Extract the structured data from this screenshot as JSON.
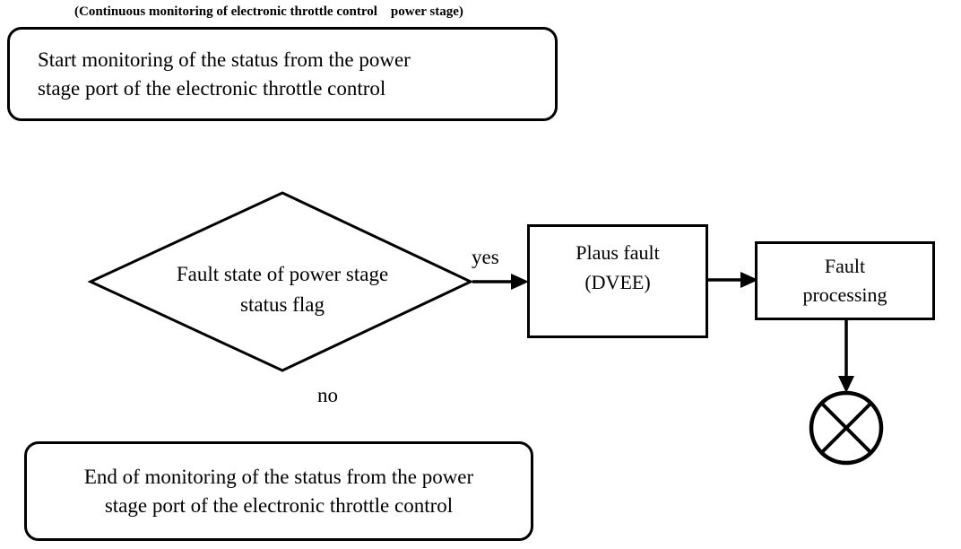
{
  "title": "(Continuous monitoring of electronic throttle control    power stage)",
  "nodes": {
    "start": {
      "type": "rounded-rectangle",
      "lines": [
        "Start monitoring of the status from the power",
        "stage port of the electronic throttle control"
      ]
    },
    "decision": {
      "type": "diamond",
      "lines": [
        "Fault state of power stage",
        "status flag"
      ]
    },
    "plaus_fault": {
      "type": "rectangle",
      "lines": [
        "Plaus fault",
        "(DVEE)"
      ]
    },
    "fault_processing": {
      "type": "rectangle",
      "lines": [
        "Fault",
        "processing"
      ]
    },
    "end": {
      "type": "rounded-rectangle",
      "lines": [
        "End of monitoring of the status from the power",
        "stage port of the electronic throttle control"
      ]
    },
    "terminator": {
      "type": "circle-x"
    }
  },
  "edges": {
    "yes_label": "yes",
    "no_label": "no"
  },
  "colors": {
    "ink": "#000000",
    "background": "#ffffff"
  }
}
